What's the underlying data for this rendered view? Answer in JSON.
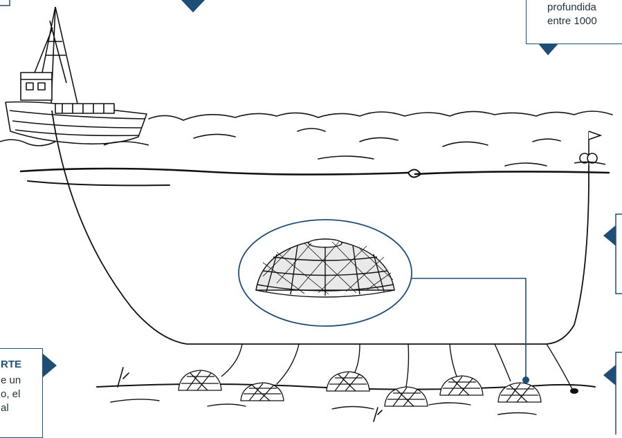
{
  "colors": {
    "accent": "#1d4e78",
    "ink": "#111111",
    "text": "#1d3040"
  },
  "callout_top_right": {
    "line1": "profundida",
    "line2": "entre 1000"
  },
  "callout_bottom_left": {
    "title": "RTE",
    "line1": "e un",
    "line2": "o, el",
    "line3": "al"
  },
  "icons": {
    "boat": "fishing-boat-illustration",
    "buoy": "flag-buoy-illustration",
    "trap": "dome-crab-trap-illustration"
  }
}
